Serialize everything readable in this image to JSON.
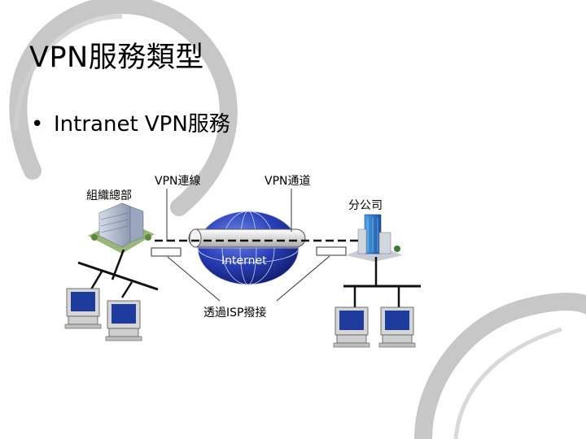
{
  "slide": {
    "title": "VPN服務類型",
    "bullet": "Intranet VPN服務"
  },
  "diagram": {
    "label_hq": "組織總部",
    "label_vpn_connection": "VPN連線",
    "label_vpn_tunnel": "VPN通道",
    "label_branch": "分公司",
    "label_internet": "Internet",
    "label_isp": "透過ISP撥接"
  },
  "colors": {
    "swirl": "#b8b8b8",
    "globe": "#2233aa",
    "tunnel": "#eeeeee",
    "screen": "#1e3c9e"
  }
}
